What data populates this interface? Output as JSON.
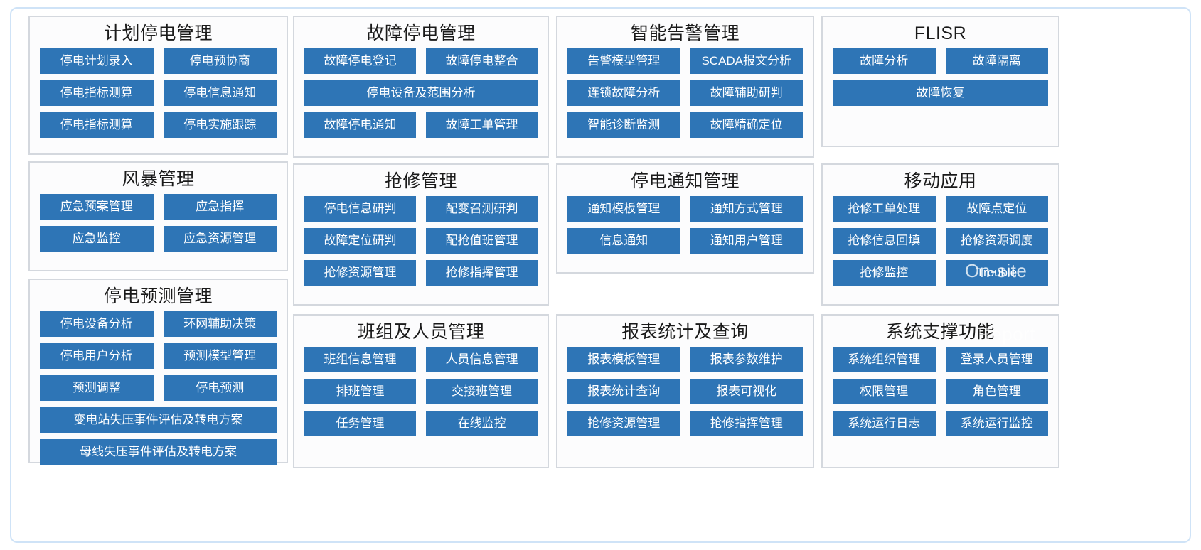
{
  "theme": {
    "button_fill": "#2e75b6",
    "button_text": "#ffffff",
    "panel_border": "#d4d8de",
    "panel_fill": "#fcfcfd",
    "frame_border": "#cfe3f7",
    "title_color": "#1a1a1a"
  },
  "overlays": [
    {
      "text": "On-site",
      "name": "ghost-label-on-site"
    },
    {
      "text": "Trouble",
      "name": "ghost-label-trouble"
    },
    {
      "text": "Report",
      "name": "ghost-label-report"
    }
  ],
  "panels": [
    {
      "id": "planned-outage",
      "title": "计划停电管理",
      "rows": [
        [
          "停电计划录入",
          "停电预协商"
        ],
        [
          "停电指标测算",
          "停电信息通知"
        ],
        [
          "停电指标测算",
          "停电实施跟踪"
        ]
      ]
    },
    {
      "id": "fault-outage",
      "title": "故障停电管理",
      "rows": [
        [
          "故障停电登记",
          "故障停电整合"
        ],
        [
          "停电设备及范围分析"
        ],
        [
          "故障停电通知",
          "故障工单管理"
        ]
      ]
    },
    {
      "id": "smart-alarm",
      "title": "智能告警管理",
      "rows": [
        [
          "告警模型管理",
          "SCADA报文分析"
        ],
        [
          "连锁故障分析",
          "故障辅助研判"
        ],
        [
          "智能诊断监测",
          "故障精确定位"
        ]
      ]
    },
    {
      "id": "flisr",
      "title": "FLISR",
      "rows": [
        [
          "故障分析",
          "故障隔离"
        ],
        [
          "故障恢复"
        ]
      ]
    },
    {
      "id": "storm",
      "title": "风暴管理",
      "rows": [
        [
          "应急预案管理",
          "应急指挥"
        ],
        [
          "应急监控",
          "应急资源管理"
        ]
      ]
    },
    {
      "id": "repair",
      "title": "抢修管理",
      "rows": [
        [
          "停电信息研判",
          "配变召测研判"
        ],
        [
          "故障定位研判",
          "配抢值班管理"
        ],
        [
          "抢修资源管理",
          "抢修指挥管理"
        ]
      ]
    },
    {
      "id": "outage-notice",
      "title": "停电通知管理",
      "rows": [
        [
          "通知模板管理",
          "通知方式管理"
        ],
        [
          "信息通知",
          "通知用户管理"
        ]
      ]
    },
    {
      "id": "mobile-app",
      "title": "移动应用",
      "rows": [
        [
          "抢修工单处理",
          "故障点定位"
        ],
        [
          "抢修信息回填",
          "抢修资源调度"
        ],
        [
          "抢修监控",
          "Trouble"
        ]
      ]
    },
    {
      "id": "outage-forecast",
      "title": "停电预测管理",
      "rows": [
        [
          "停电设备分析",
          "环网辅助决策"
        ],
        [
          "停电用户分析",
          "预测模型管理"
        ],
        [
          "预测调整",
          "停电预测"
        ],
        [
          "变电站失压事件评估及转电方案"
        ],
        [
          "母线失压事件评估及转电方案"
        ]
      ]
    },
    {
      "id": "team-personnel",
      "title": "班组及人员管理",
      "rows": [
        [
          "班组信息管理",
          "人员信息管理"
        ],
        [
          "排班管理",
          "交接班管理"
        ],
        [
          "任务管理",
          "在线监控"
        ]
      ]
    },
    {
      "id": "report-stats",
      "title": "报表统计及查询",
      "rows": [
        [
          "报表模板管理",
          "报表参数维护"
        ],
        [
          "报表统计查询",
          "报表可视化"
        ],
        [
          "抢修资源管理",
          "抢修指挥管理"
        ]
      ]
    },
    {
      "id": "system-support",
      "title": "系统支撑功能",
      "rows": [
        [
          "系统组织管理",
          "登录人员管理"
        ],
        [
          "权限管理",
          "角色管理"
        ],
        [
          "系统运行日志",
          "系统运行监控"
        ]
      ]
    }
  ]
}
